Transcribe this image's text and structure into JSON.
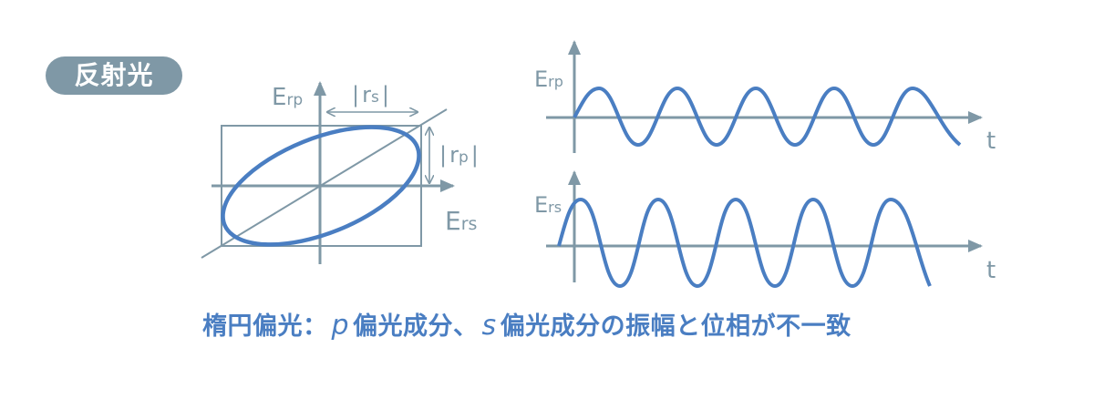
{
  "badge": {
    "label": "反射光",
    "color": "#7f98a6"
  },
  "ellipse_diagram": {
    "y_axis_label_main": "E",
    "y_axis_label_sub": "rp",
    "x_axis_label_main": "E",
    "x_axis_label_sub": "rs",
    "rs_amplitude_label": "|rs|",
    "rs_bar_left": "|",
    "rs_letter": "r",
    "rs_sub": "s",
    "rs_bar_right": "|",
    "rp_bar_left": "|",
    "rp_letter": "r",
    "rp_sub": "p",
    "rp_bar_right": "|"
  },
  "wave_top": {
    "y_label_main": "E",
    "y_label_sub": "rp",
    "x_label": "t"
  },
  "wave_bottom": {
    "y_label_main": "E",
    "y_label_sub": "rs",
    "x_label": "t"
  },
  "caption": {
    "part1": "楕円偏光：",
    "p": "p",
    "part2": "偏光成分、",
    "s": "s",
    "part3": "偏光成分の振幅と位相が不一致"
  },
  "colors": {
    "axis": "#7f98a6",
    "curve": "#4a7ec2",
    "caption": "#4a7ec2"
  }
}
